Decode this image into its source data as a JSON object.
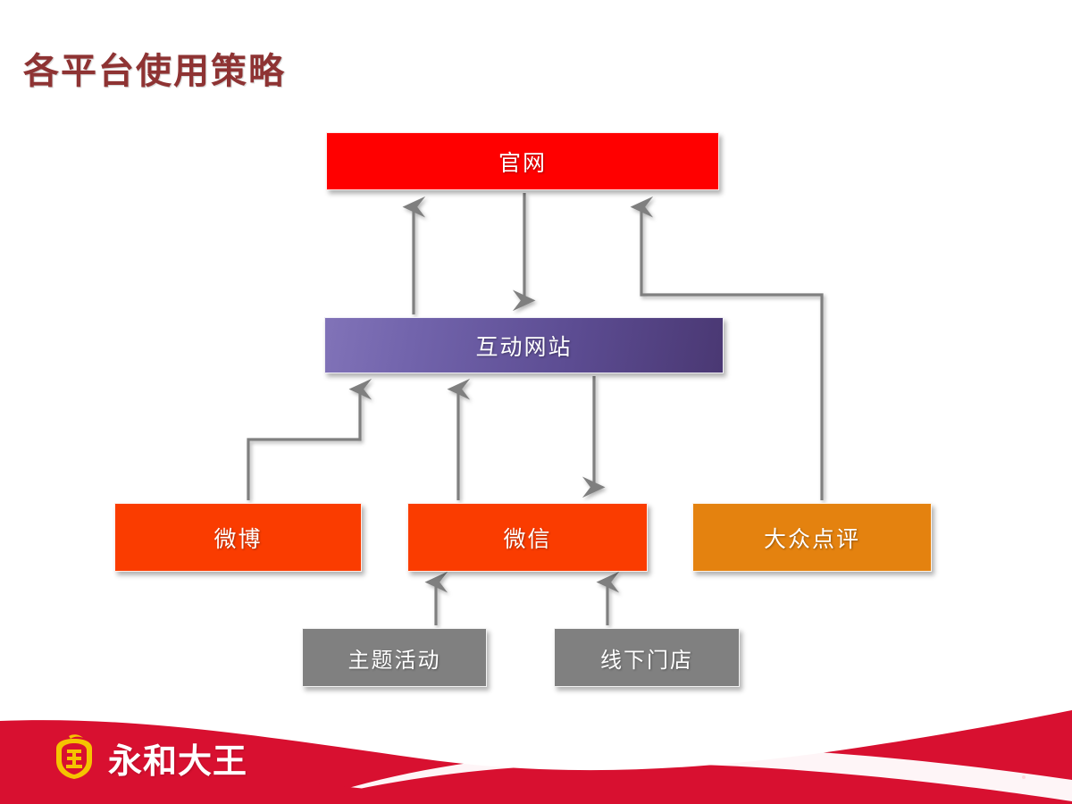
{
  "slide": {
    "title": "各平台使用策略",
    "title_color": "#8E3333",
    "background_color": "#FFFFFF"
  },
  "diagram": {
    "type": "flow",
    "nodes": [
      {
        "id": "official",
        "label": "官网",
        "color": "#FF0000",
        "text_color": "#FFFFFF",
        "tier": 1
      },
      {
        "id": "interactive",
        "label": "互动网站",
        "color": "#7264AC",
        "text_color": "#FFFFFF",
        "tier": 2
      },
      {
        "id": "weibo",
        "label": "微博",
        "color": "#FA3C00",
        "text_color": "#FFFFFF",
        "tier": 3
      },
      {
        "id": "wechat",
        "label": "微信",
        "color": "#FA3C00",
        "text_color": "#FFFFFF",
        "tier": 3
      },
      {
        "id": "dianping",
        "label": "大众点评",
        "color": "#E4820F",
        "text_color": "#FFFFFF",
        "tier": 3
      },
      {
        "id": "theme",
        "label": "主题活动",
        "color": "#808080",
        "text_color": "#FFFFFF",
        "tier": 4
      },
      {
        "id": "store",
        "label": "线下门店",
        "color": "#808080",
        "text_color": "#FFFFFF",
        "tier": 4
      }
    ],
    "connectors": [
      {
        "from": "interactive",
        "to": "official",
        "direction": "up",
        "style": "straight"
      },
      {
        "from": "official",
        "to": "interactive",
        "direction": "down",
        "style": "straight"
      },
      {
        "from": "dianping",
        "to": "official",
        "direction": "up",
        "style": "elbow"
      },
      {
        "from": "weibo",
        "to": "interactive",
        "direction": "up",
        "style": "elbow"
      },
      {
        "from": "wechat",
        "to": "interactive",
        "direction": "up",
        "style": "straight"
      },
      {
        "from": "interactive",
        "to": "wechat",
        "direction": "down",
        "style": "straight"
      },
      {
        "from": "theme",
        "to": "wechat",
        "direction": "up",
        "style": "straight"
      },
      {
        "from": "store",
        "to": "wechat",
        "direction": "up",
        "style": "straight"
      }
    ],
    "arrow_color": "#7F7F7F"
  },
  "footer": {
    "brand_name": "永和大王",
    "band_color": "#D81030",
    "mark_color": "#F5C400",
    "mark_inner_color": "#D81030"
  }
}
